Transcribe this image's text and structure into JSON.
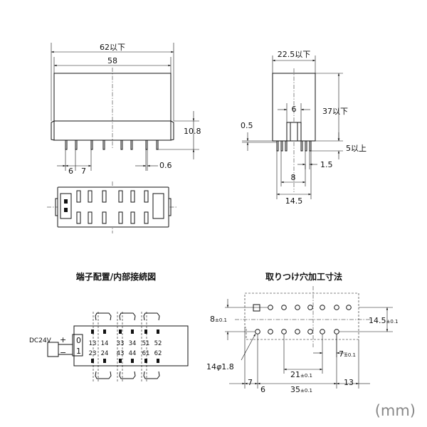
{
  "front_view": {
    "width_max": "62以下",
    "width": "58",
    "pin_height": "10.8",
    "pitch_a": "6",
    "pitch_b": "7",
    "pin_thickness": "0.6"
  },
  "side_view": {
    "width_max": "22.5以下",
    "inner_width": "6",
    "height_max": "37以下",
    "pin_length": "5以上",
    "offset": "0.5",
    "pin_gap": "1.5",
    "pitch": "8",
    "span": "14.5"
  },
  "terminal_diagram": {
    "title": "端子配置/内部接続図",
    "supply_label": "DC24V",
    "plus": "+",
    "minus": "−",
    "input_labels": [
      "0",
      "1"
    ],
    "top_row": [
      "13",
      "14",
      "33",
      "34",
      "51",
      "52"
    ],
    "bottom_row": [
      "23",
      "24",
      "43",
      "44",
      "61",
      "62"
    ]
  },
  "mounting_holes": {
    "title": "取りつけ穴加工寸法",
    "height_a": "8",
    "height_a_tol": "±0.1",
    "height_b": "14.5",
    "height_b_tol": "±0.1",
    "pitch": "7",
    "pitch_tol": "±0.1",
    "span_a": "21",
    "span_a_tol": "±0.1",
    "span_b": "35",
    "span_b_tol": "±0.1",
    "hole_count": "14",
    "hole_symbol": "φ",
    "hole_diameter": "1.8",
    "left_margin": "7",
    "left_offset": "6",
    "right_margin": "13"
  },
  "unit_label": "(mm)"
}
